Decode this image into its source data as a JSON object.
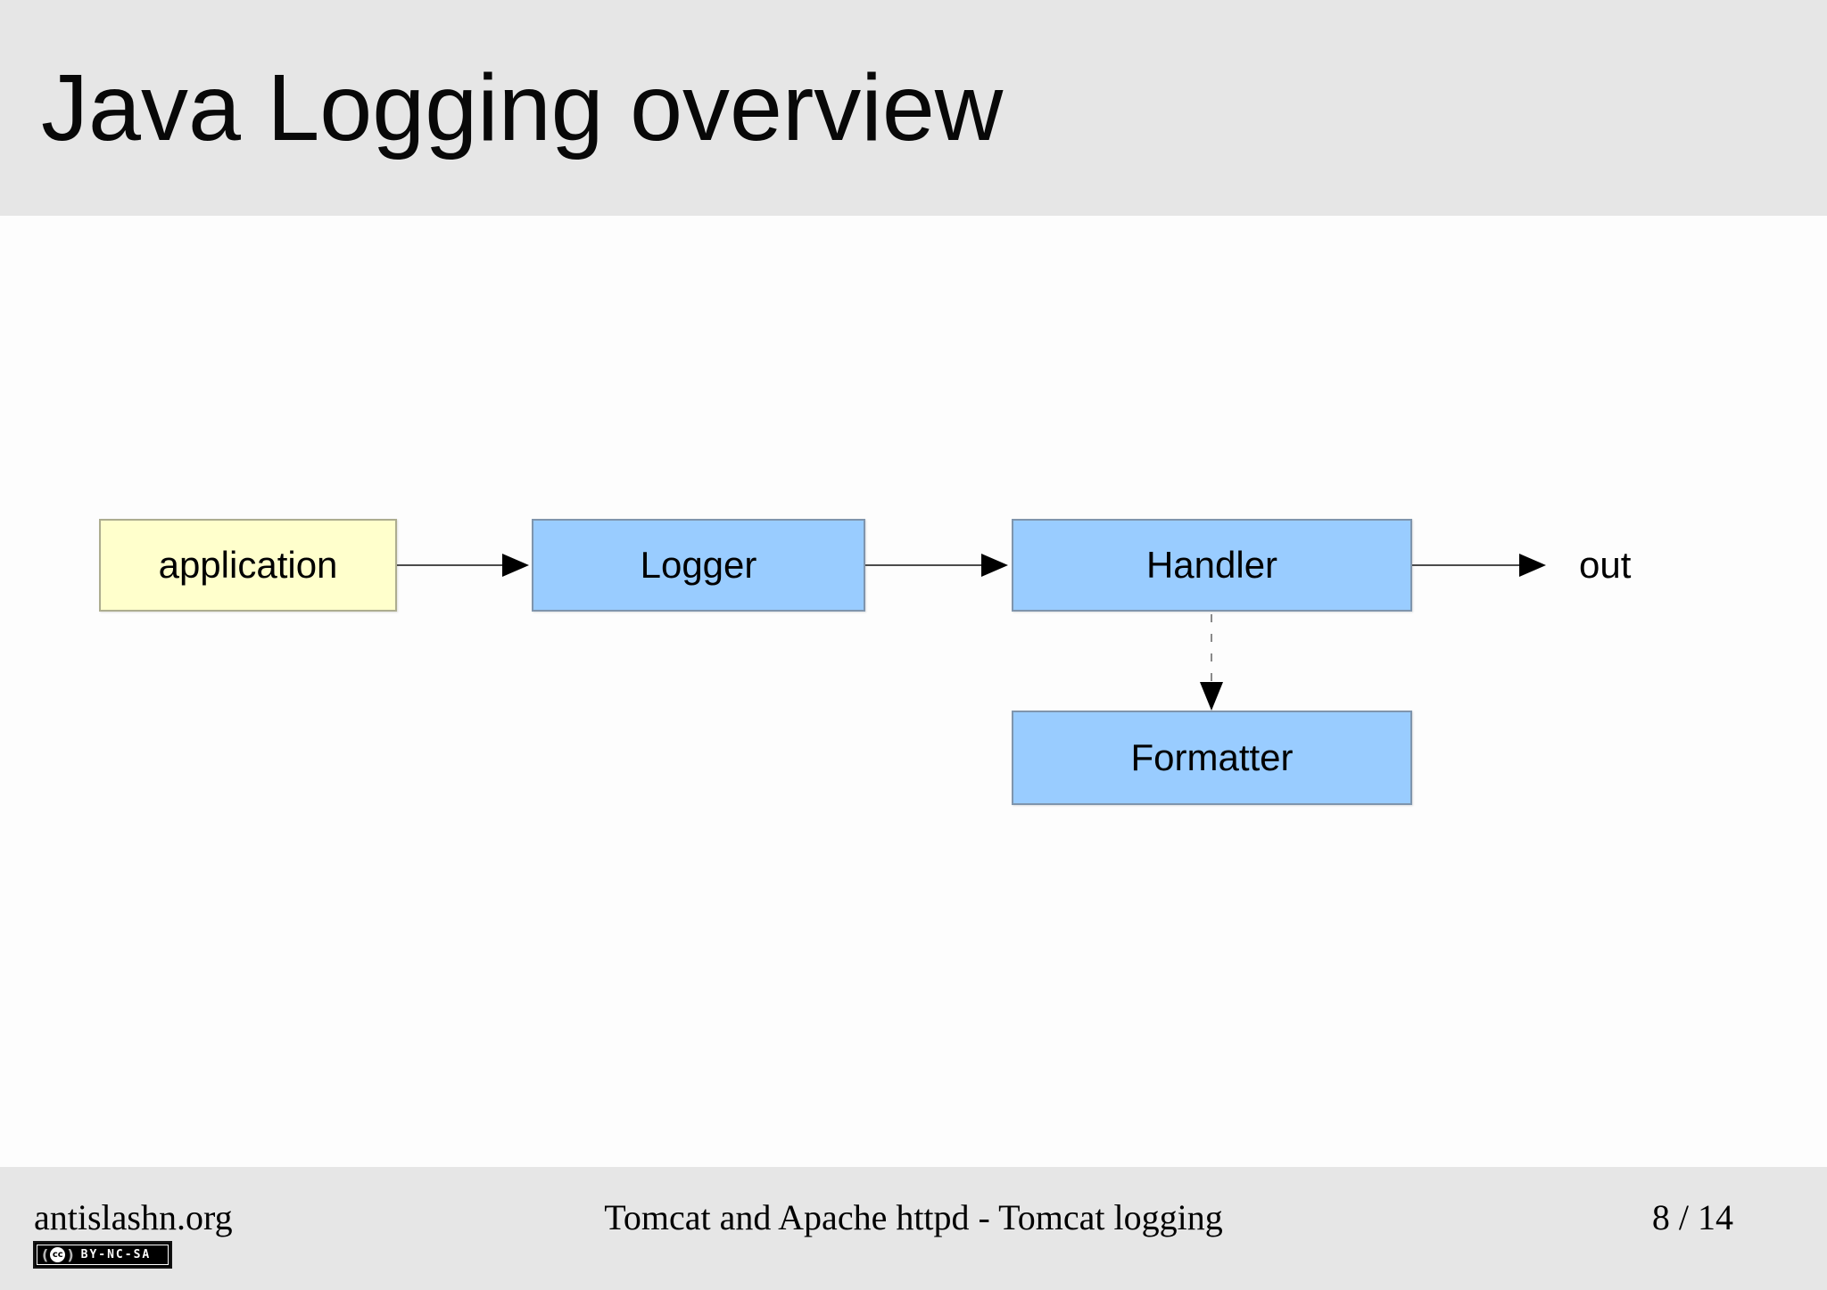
{
  "slide": {
    "title": "Java Logging overview",
    "footer": {
      "site": "antislashn.org",
      "center": "Tomcat and Apache httpd - Tomcat logging",
      "page": "8 / 14",
      "license": {
        "icon": "cc",
        "label": "BY-NC-SA"
      }
    }
  },
  "diagram": {
    "nodes": [
      {
        "id": "application",
        "label": "application",
        "fill": "#ffffcc"
      },
      {
        "id": "logger",
        "label": "Logger",
        "fill": "#99ccff"
      },
      {
        "id": "handler",
        "label": "Handler",
        "fill": "#99ccff"
      },
      {
        "id": "formatter",
        "label": "Formatter",
        "fill": "#99ccff"
      }
    ],
    "out_label": "out",
    "edges": [
      {
        "from": "application",
        "to": "logger",
        "style": "solid"
      },
      {
        "from": "logger",
        "to": "handler",
        "style": "solid"
      },
      {
        "from": "handler",
        "to": "out",
        "style": "solid"
      },
      {
        "from": "handler",
        "to": "formatter",
        "style": "dashed"
      }
    ]
  },
  "colors": {
    "band_gray": "#e6e6e6",
    "canvas": "#fdfdfd",
    "node_yellow": "#ffffcc",
    "node_blue": "#99ccff",
    "arrow": "#000000",
    "text": "#000000"
  }
}
